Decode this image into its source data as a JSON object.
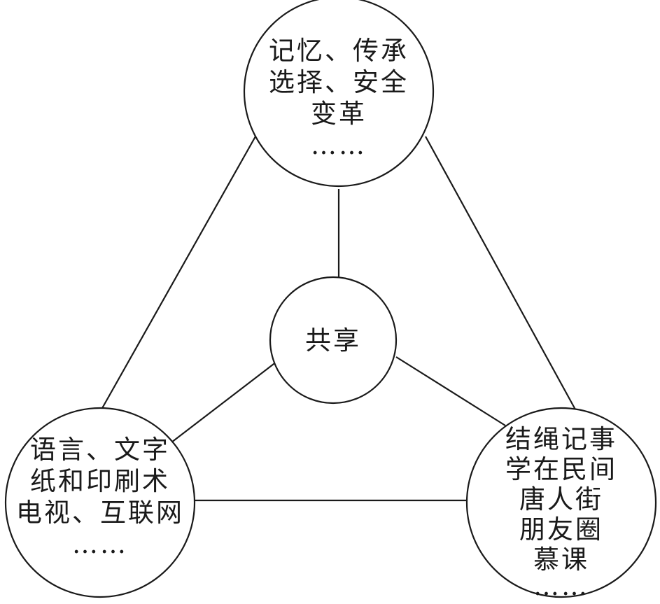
{
  "diagram": {
    "center": {
      "lines": [
        "共享"
      ]
    },
    "top": {
      "lines": [
        "记忆、传承",
        "选择、安全",
        "变革",
        "……"
      ]
    },
    "bottom_left": {
      "lines": [
        "语言、文字",
        "纸和印刷术",
        "电视、互联网",
        "……"
      ]
    },
    "bottom_right": {
      "lines": [
        "结绳记事",
        "学在民间",
        "唐人街",
        "朋友圈",
        "慕课",
        "……"
      ]
    },
    "colors": {
      "stroke": "#1a1a1a",
      "fill": "#ffffff"
    }
  }
}
